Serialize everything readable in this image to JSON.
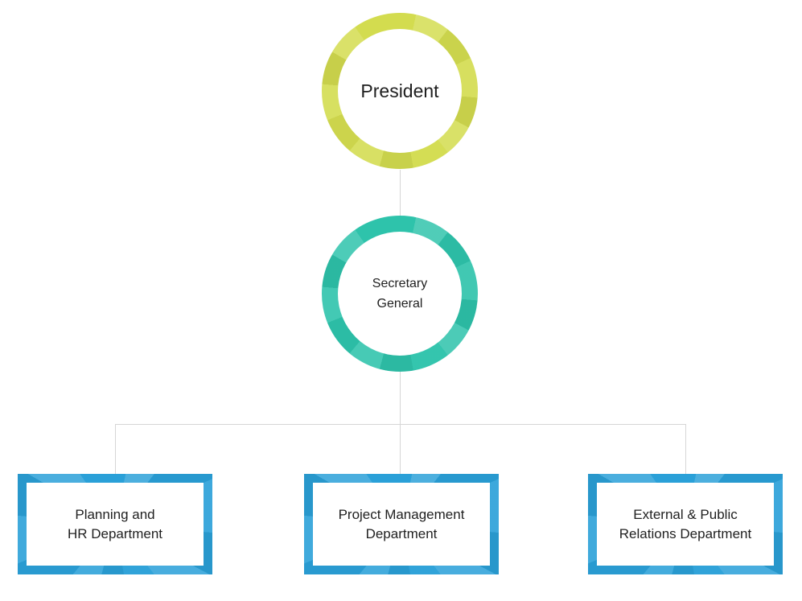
{
  "org_chart": {
    "president": {
      "label": "President"
    },
    "secretary_general": {
      "lines": [
        "Secretary",
        "General"
      ]
    },
    "departments": [
      {
        "lines": [
          "Planning and",
          "HR Department"
        ]
      },
      {
        "lines": [
          "Project Management",
          "Department"
        ]
      },
      {
        "lines": [
          "External & Public",
          "Relations Department"
        ]
      }
    ]
  },
  "colors": {
    "president_ring": "#d3dc4f",
    "secretary_ring": "#2ec3ab",
    "department_border": "#2aa0d8",
    "connector_line": "#d6d6d6",
    "node_text": "#1f1f1f",
    "background": "#ffffff"
  }
}
